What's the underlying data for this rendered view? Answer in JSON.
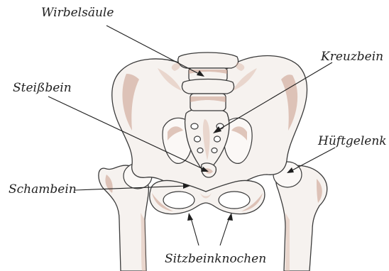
{
  "labels": {
    "wirbelsaeule": "Wirbelsäule",
    "kreuzbein": "Kreuzbein",
    "steissbein": "Steißbein",
    "hueftgelenk": "Hüftgelenk",
    "schambein": "Schambein",
    "sitzbeinknochen": "Sitzbeinknochen"
  },
  "colors": {
    "outline": "#3a3a3a",
    "bone_fill": "#f6f2ef",
    "shading": "#c89a88",
    "label_text": "#1f1f1f"
  }
}
